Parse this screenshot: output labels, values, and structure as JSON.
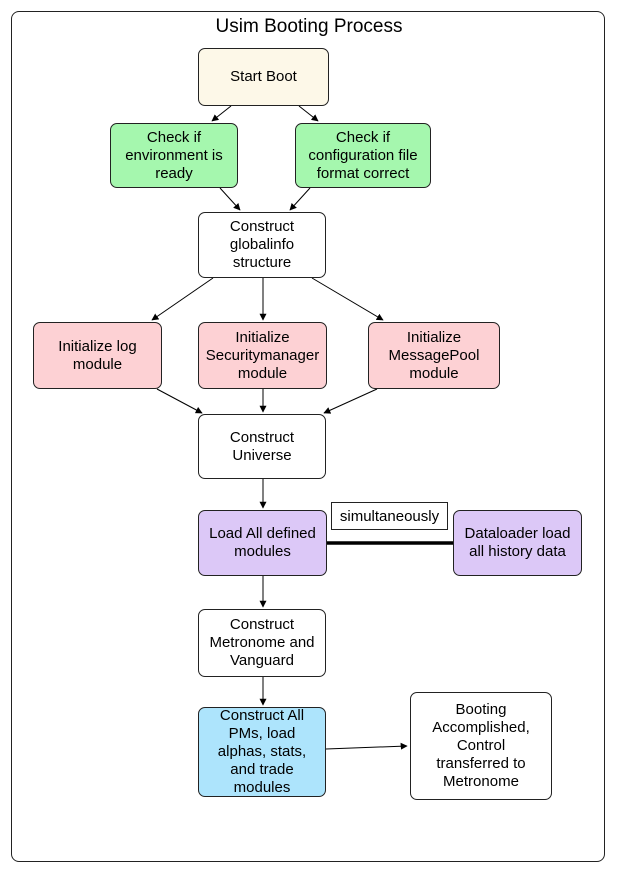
{
  "title": "Usim Booting Process",
  "nodes": {
    "start": "Start Boot",
    "env": "Check if\nenvironment is\nready",
    "config": "Check if\nconfiguration file\nformat correct",
    "globalinfo": "Construct\nglobalinfo\nstructure",
    "log": "Initialize log\nmodule",
    "security": "Initialize\nSecuritymanager\nmodule",
    "msgpool": "Initialize\nMessagePool\nmodule",
    "universe": "Construct\nUniverse",
    "loadmodules": "Load All defined\nmodules",
    "dataloader": "Dataloader load\nall history data",
    "metronome": "Construct\nMetronome and\nVanguard",
    "pms": "Construct All\nPMs, load\nalphas, stats,\nand trade\nmodules",
    "accomplished": "Booting\nAccomplished,\nControl\ntransferred to\nMetronome"
  },
  "note": "simultaneously",
  "colors": {
    "start": "#fdf8e8",
    "check": "#a5f7ae",
    "init": "#fdd1d4",
    "load": "#dcc8f7",
    "pms": "#ade4fc",
    "plain": "#ffffff"
  }
}
